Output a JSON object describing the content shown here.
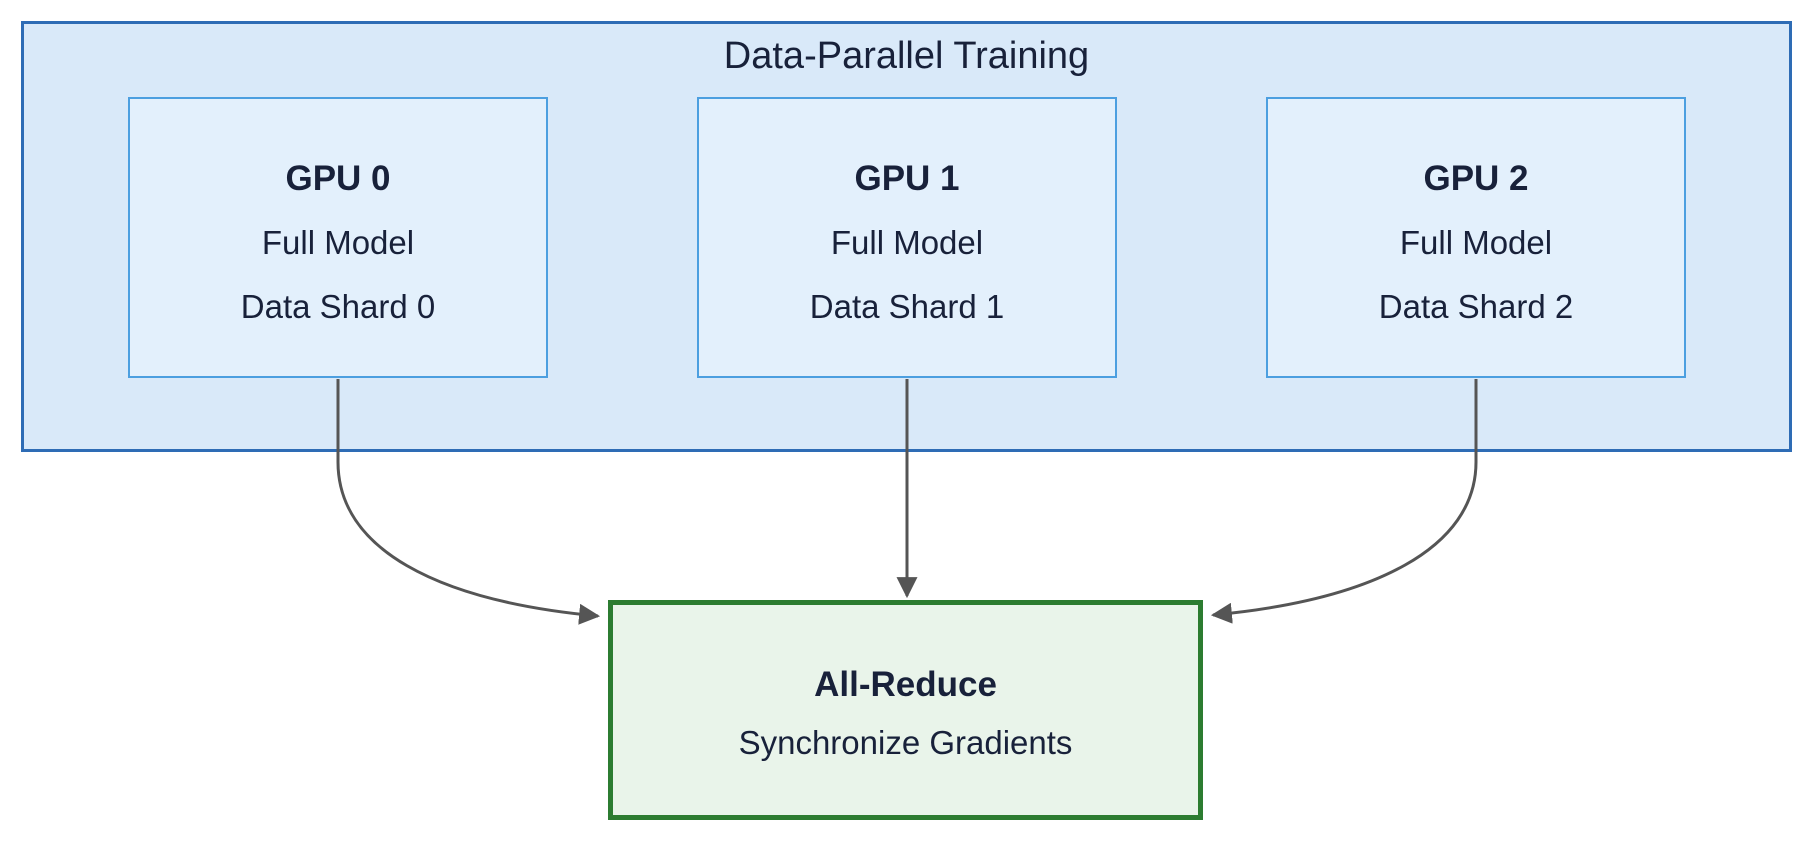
{
  "diagram": {
    "title": "Data-Parallel Training",
    "gpu_nodes": [
      {
        "name": "GPU 0",
        "detail_1": "Full Model",
        "detail_2": "Data Shard 0"
      },
      {
        "name": "GPU 1",
        "detail_1": "Full Model",
        "detail_2": "Data Shard 1"
      },
      {
        "name": "GPU 2",
        "detail_1": "Full Model",
        "detail_2": "Data Shard 2"
      }
    ],
    "sync_node": {
      "name": "All-Reduce",
      "subtitle": "Synchronize Gradients"
    },
    "edges": [
      {
        "from": "GPU 0",
        "to": "All-Reduce"
      },
      {
        "from": "GPU 1",
        "to": "All-Reduce"
      },
      {
        "from": "GPU 2",
        "to": "All-Reduce"
      }
    ],
    "colors": {
      "container_fill": "#d9e9f9",
      "container_border": "#2e6cb5",
      "gpu_node_fill": "#e3f0fc",
      "gpu_node_border": "#4c9fe0",
      "sync_node_fill": "#e9f4ea",
      "sync_node_border": "#2c7c31",
      "text": "#18213a",
      "arrow": "#555555"
    }
  }
}
